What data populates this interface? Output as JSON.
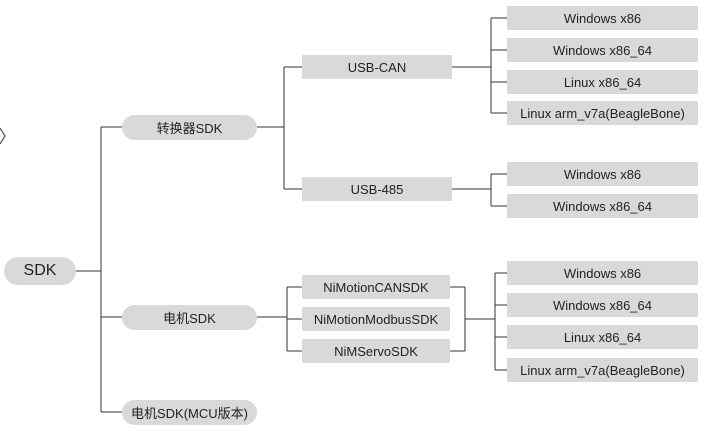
{
  "root": {
    "label": "SDK"
  },
  "branches": [
    {
      "label": "转换器SDK",
      "children": [
        {
          "label": "USB-CAN",
          "platforms": [
            "Windows x86",
            "Windows x86_64",
            "Linux x86_64",
            "Linux arm_v7a(BeagleBone)"
          ]
        },
        {
          "label": "USB-485",
          "platforms": [
            "Windows x86",
            "Windows x86_64"
          ]
        }
      ]
    },
    {
      "label": "电机SDK",
      "children": [
        {
          "label": "NiMotionCANSDK"
        },
        {
          "label": "NiMotionModbusSDK"
        },
        {
          "label": "NiMServoSDK"
        }
      ],
      "platforms": [
        "Windows x86",
        "Windows x86_64",
        "Linux x86_64",
        "Linux arm_v7a(BeagleBone)"
      ]
    },
    {
      "label": "电机SDK(MCU版本)"
    }
  ],
  "colors": {
    "node_fill": "#d9d9d9",
    "line": "#333333",
    "text": "#222222"
  }
}
